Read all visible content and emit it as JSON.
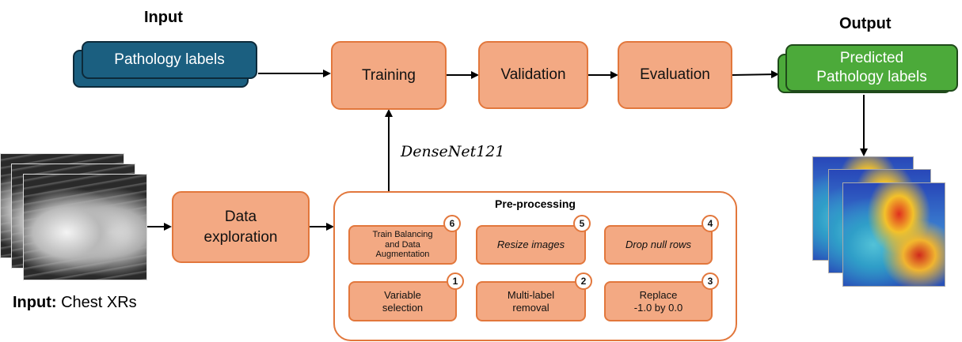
{
  "headings": {
    "input": "Input",
    "output": "Output"
  },
  "input_caption": {
    "bold": "Input:",
    "text": "Chest XRs"
  },
  "labels": {
    "pathology": "Pathology labels",
    "predicted_line1": "Predicted",
    "predicted_line2": "Pathology labels"
  },
  "pipeline": {
    "training": "Training",
    "validation": "Validation",
    "evaluation": "Evaluation"
  },
  "exploration": {
    "line1": "Data",
    "line2": "exploration"
  },
  "model": "DenseNet121",
  "preprocessing": {
    "title": "Pre-processing",
    "steps": [
      {
        "num": "1",
        "lines": [
          "Variable",
          "selection"
        ]
      },
      {
        "num": "2",
        "lines": [
          "Multi-label",
          "removal"
        ]
      },
      {
        "num": "3",
        "lines": [
          "Replace",
          "-1.0 by 0.0"
        ]
      },
      {
        "num": "4",
        "lines": [
          "Drop null rows"
        ]
      },
      {
        "num": "5",
        "lines": [
          "Resize images"
        ]
      },
      {
        "num": "6",
        "lines": [
          "Train Balancing",
          "and Data",
          "Augmentation"
        ]
      }
    ]
  }
}
